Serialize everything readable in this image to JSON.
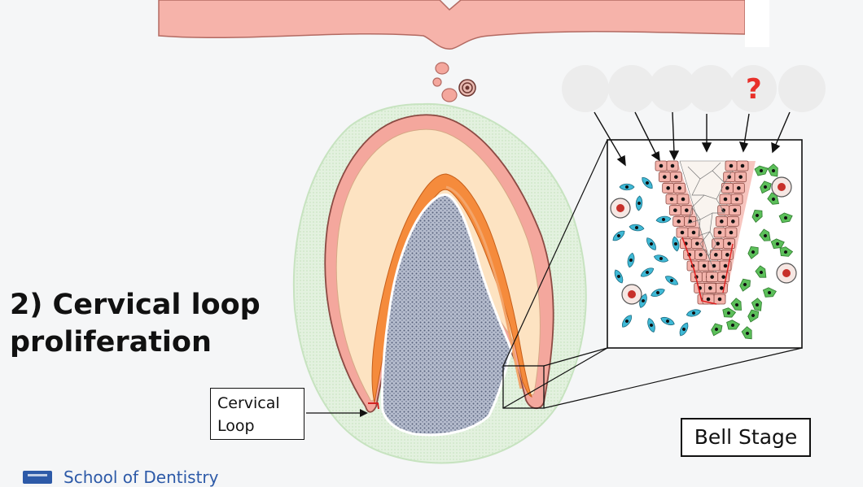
{
  "heading": {
    "line1": "2) Cervical loop",
    "line2": "proliferation"
  },
  "cervical_label": {
    "line1": "Cervical",
    "line2": "Loop"
  },
  "stage_label": "Bell Stage",
  "question_mark": "?",
  "footer": {
    "text": "School of Dentistry",
    "logo_icon": "university-logo-icon"
  },
  "colors": {
    "oral_epithelium": "#f6b3aa",
    "outer_enamel_epithelium": "#f4a79d",
    "stellate_reticulum": "#fde3c2",
    "inner_enamel_epithelium": "#f58b3c",
    "dental_papilla": "#aab2c6",
    "dental_follicle": "#d8ecd4",
    "question_mark": "#e8302a",
    "cyan_cells": "#3fb9d6",
    "green_cells": "#5cbf5a",
    "footer_blue": "#2d5aa8"
  }
}
